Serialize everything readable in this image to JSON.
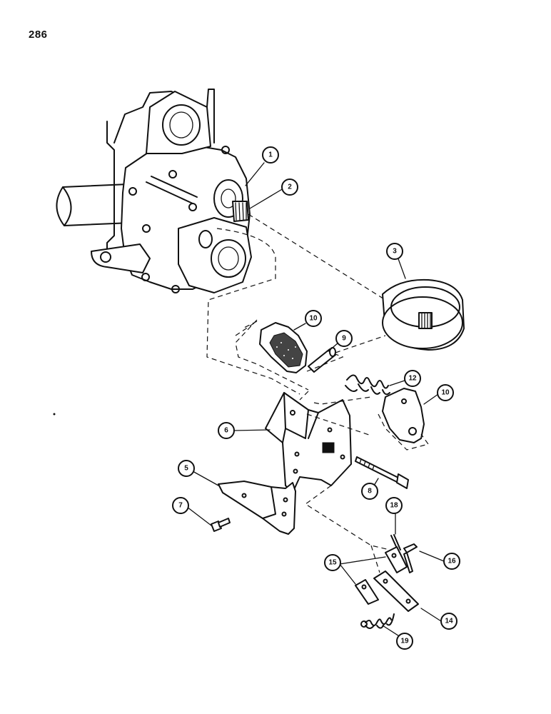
{
  "page": {
    "number": "286"
  },
  "callouts": [
    "1",
    "2",
    "3",
    "10",
    "9",
    "12",
    "10",
    "6",
    "8",
    "5",
    "7",
    "18",
    "16",
    "15",
    "14",
    "19"
  ]
}
